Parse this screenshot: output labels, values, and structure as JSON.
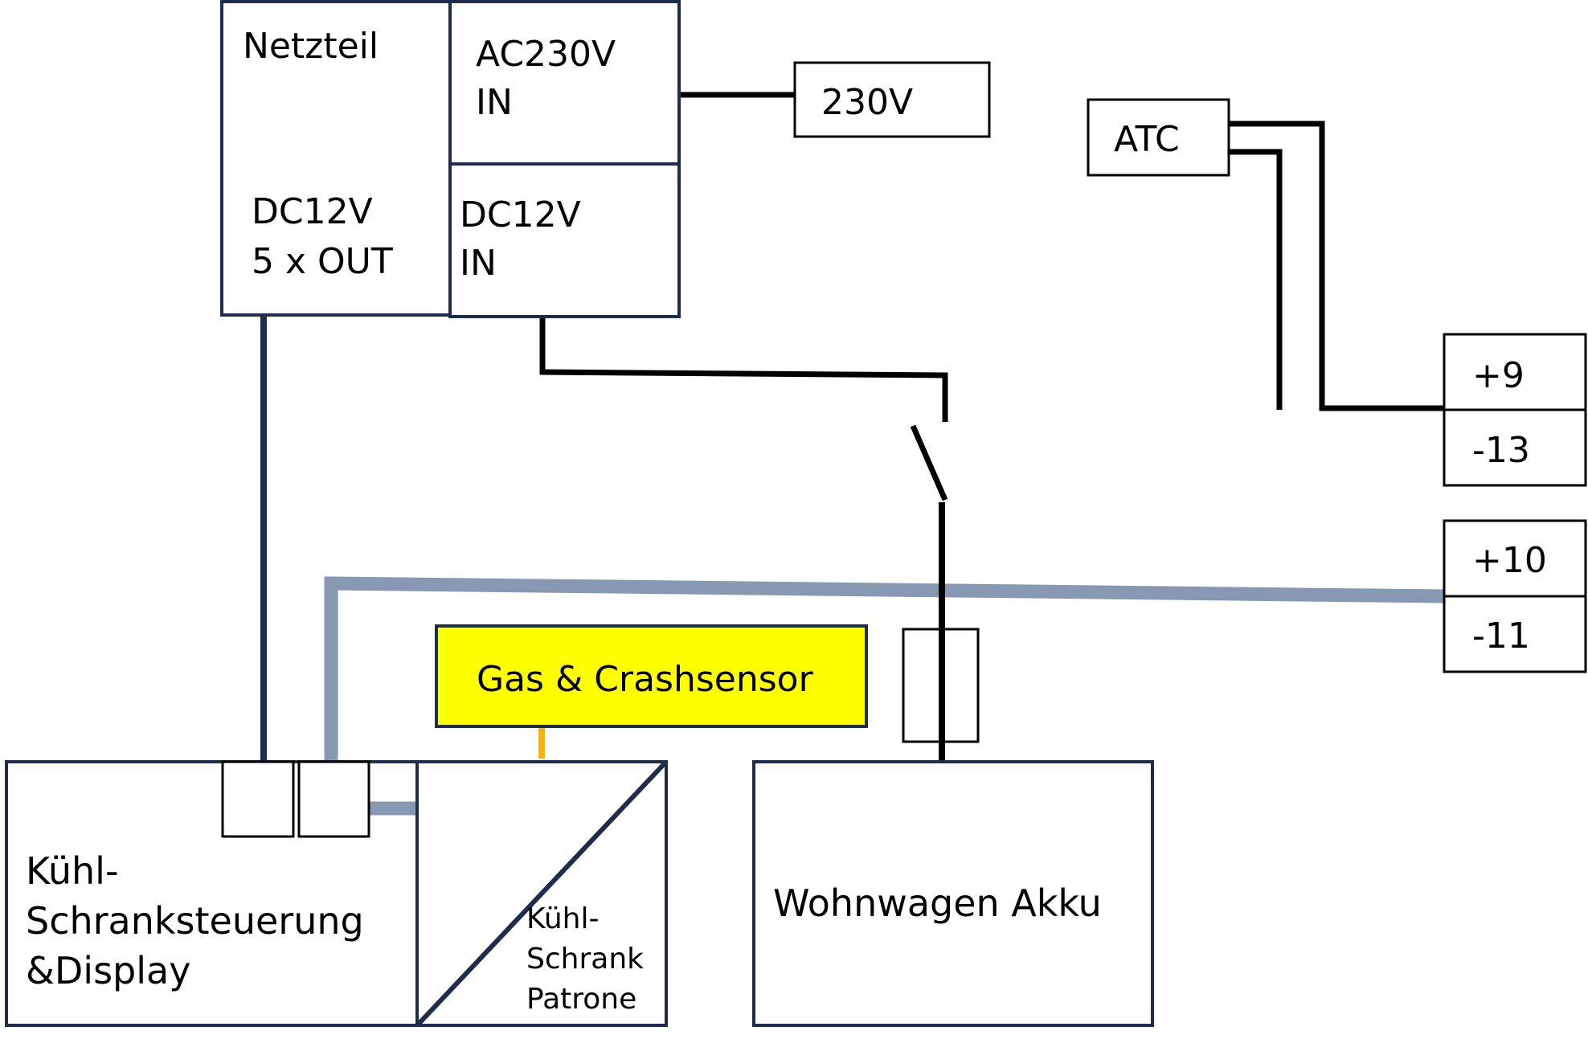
{
  "power_supply": {
    "name": "Netzteil",
    "dc_out_line1": "DC12V",
    "dc_out_line2": "5 x OUT",
    "ac_in_line1": "AC230V",
    "ac_in_line2": "IN",
    "dc_in_line1": "DC12V",
    "dc_in_line2": "IN"
  },
  "mains": {
    "label": "230V"
  },
  "atc": {
    "label": "ATC"
  },
  "terminals_top": {
    "plus": "+9",
    "minus": "-13"
  },
  "terminals_bottom": {
    "plus": "+10",
    "minus": "-11"
  },
  "sensor": {
    "label": "Gas & Crashsensor",
    "color": "#ffff00",
    "wire_color": "#f5b40f"
  },
  "controller": {
    "line1": "Kühl-",
    "line2": "Schranksteuerung",
    "line3": "&Display"
  },
  "cartridge": {
    "line1": "Kühl-",
    "line2": "Schrank",
    "line3": "Patrone"
  },
  "battery": {
    "label": "Wohnwagen Akku"
  },
  "colors": {
    "box_border": "#1f2d4d",
    "wire_black": "#000000",
    "wire_blue": "#8698b2"
  }
}
